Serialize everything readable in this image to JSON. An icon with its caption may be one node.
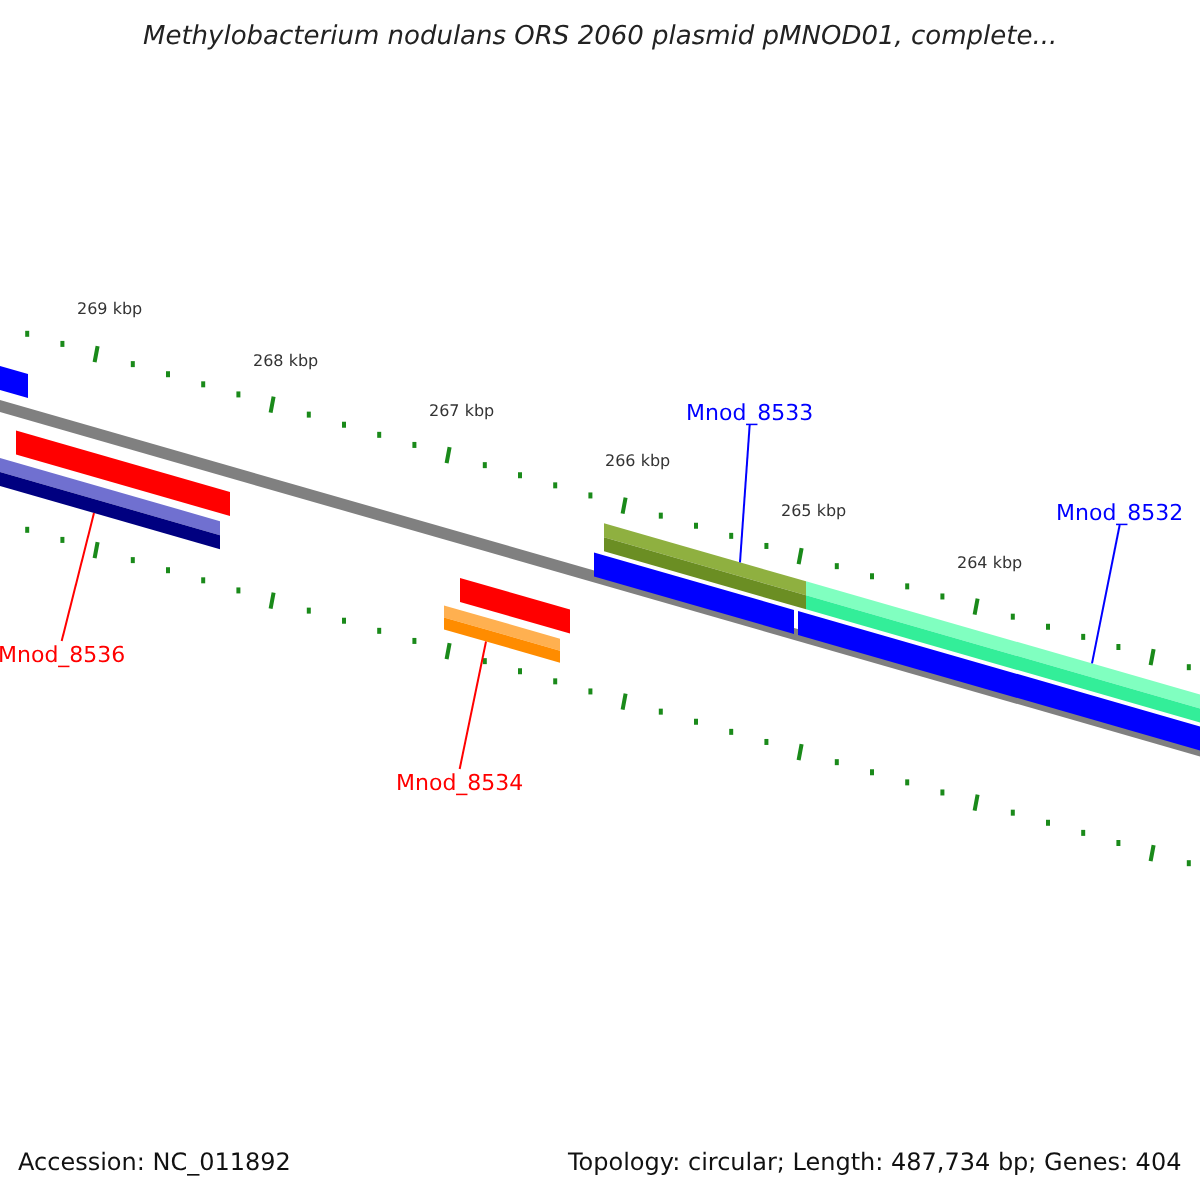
{
  "diagram": {
    "title": "Methylobacterium nodulans ORS 2060 plasmid pMNOD01, complete...",
    "nodes": [
      {
        "text": [
          "Mnod_8533"
        ]
      },
      {
        "text": [],
        "shape": "bar"
      },
      {
        "text": [
          "Mnod_8532"
        ]
      },
      {
        "text": [],
        "shape": "bar"
      },
      {
        "text": [
          "Mnod_8536"
        ]
      },
      {
        "text": [],
        "shape": "bar"
      },
      {
        "text": [
          "Mnod_8534"
        ]
      },
      {
        "text": [],
        "shape": "bar"
      }
    ],
    "edges": [
      {
        "from": 0,
        "to": 1,
        "arrow": "none",
        "color": "#0000ff"
      },
      {
        "from": 2,
        "to": 3,
        "arrow": "none",
        "color": "#0000ff"
      },
      {
        "from": 4,
        "to": 5,
        "arrow": "none",
        "color": "#ff0000"
      },
      {
        "from": 6,
        "to": 7,
        "arrow": "none",
        "color": "#ff0000"
      }
    ],
    "labels": [
      "269 kbp",
      "268 kbp",
      "267 kbp",
      "266 kbp",
      "265 kbp",
      "264 kbp",
      "Accession: NC_011892",
      "Topology: circular; Length: 487,734 bp; Genes: 404"
    ]
  }
}
